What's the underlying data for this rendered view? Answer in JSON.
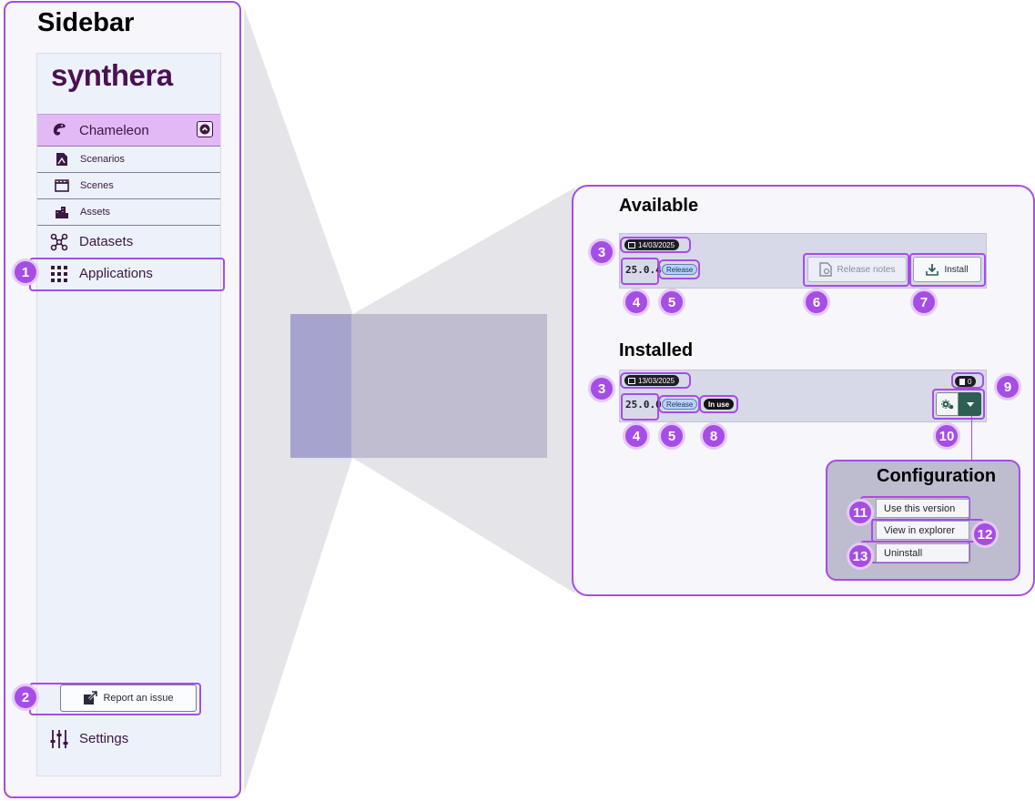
{
  "titles": {
    "sidebar": "Sidebar",
    "available": "Available",
    "installed": "Installed",
    "configuration": "Configuration"
  },
  "sidebar": {
    "brand": "synthera",
    "items": [
      {
        "label": "Chameleon",
        "icon": "chameleon-icon",
        "active": true
      },
      {
        "label": "Scenarios",
        "icon": "scenario-file-icon"
      },
      {
        "label": "Scenes",
        "icon": "clapperboard-icon"
      },
      {
        "label": "Assets",
        "icon": "buildings-icon"
      },
      {
        "label": "Datasets",
        "icon": "molecule-network-icon"
      },
      {
        "label": "Applications",
        "icon": "grid-apps-icon"
      }
    ],
    "report_issue": "Report an issue",
    "settings": "Settings"
  },
  "available": {
    "date": "14/03/2025",
    "version": "25.0.4",
    "channel": "Release",
    "release_notes": "Release notes",
    "install": "Install"
  },
  "installed": {
    "date": "13/03/2025",
    "version": "25.0.0",
    "channel": "Release",
    "status": "In use",
    "count": "0"
  },
  "configuration": {
    "menu": [
      "Use this version",
      "View in explorer",
      "Uninstall"
    ]
  },
  "callouts": {
    "c1": "1",
    "c2": "2",
    "c3": "3",
    "c4": "4",
    "c5": "5",
    "c6": "6",
    "c7": "7",
    "c8": "8",
    "c9": "9",
    "c10": "10",
    "c11": "11",
    "c12": "12",
    "c13": "13"
  },
  "colors": {
    "accent": "#a64de6",
    "brand": "#4a1252",
    "active_nav": "#e2b9f4",
    "in_use": "#141418",
    "release_badge": "#b9d2f6",
    "config_button": "#2e5e54"
  }
}
